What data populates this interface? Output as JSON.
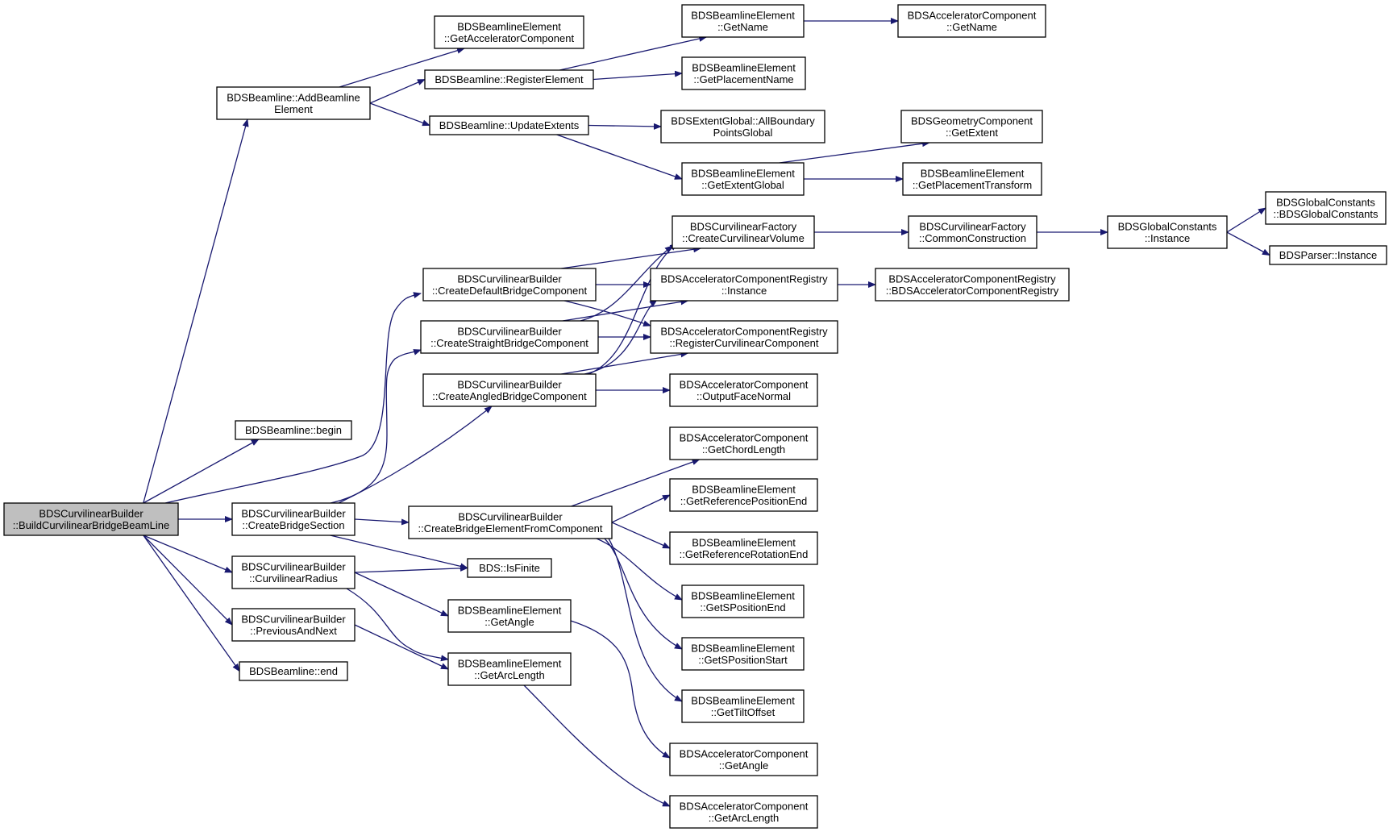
{
  "diagram": {
    "colors": {
      "edge": "#191970",
      "node_border": "#000000",
      "root_fill": "#bfbfbf",
      "node_fill": "#ffffff"
    },
    "nodes": [
      {
        "id": "n_root",
        "lines": [
          "BDSCurvilinearBuilder",
          "::BuildCurvilinearBridgeBeamLine"
        ],
        "root": true
      },
      {
        "id": "n_add",
        "lines": [
          "BDSBeamline::AddBeamline",
          "Element"
        ]
      },
      {
        "id": "n_getacc",
        "lines": [
          "BDSBeamlineElement",
          "::GetAcceleratorComponent"
        ]
      },
      {
        "id": "n_regel",
        "lines": [
          "BDSBeamline::RegisterElement"
        ]
      },
      {
        "id": "n_upd",
        "lines": [
          "BDSBeamline::UpdateExtents"
        ]
      },
      {
        "id": "n_getname",
        "lines": [
          "BDSBeamlineElement",
          "::GetName"
        ]
      },
      {
        "id": "n_accname",
        "lines": [
          "BDSAcceleratorComponent",
          "::GetName"
        ]
      },
      {
        "id": "n_placename",
        "lines": [
          "BDSBeamlineElement",
          "::GetPlacementName"
        ]
      },
      {
        "id": "n_allbound",
        "lines": [
          "BDSExtentGlobal::AllBoundary",
          "PointsGlobal"
        ]
      },
      {
        "id": "n_geoext",
        "lines": [
          "BDSGeometryComponent",
          "::GetExtent"
        ]
      },
      {
        "id": "n_extglob",
        "lines": [
          "BDSBeamlineElement",
          "::GetExtentGlobal"
        ]
      },
      {
        "id": "n_placetr",
        "lines": [
          "BDSBeamlineElement",
          "::GetPlacementTransform"
        ]
      },
      {
        "id": "n_begin",
        "lines": [
          "BDSBeamline::begin"
        ]
      },
      {
        "id": "n_cdef",
        "lines": [
          "BDSCurvilinearBuilder",
          "::CreateDefaultBridgeComponent"
        ]
      },
      {
        "id": "n_cstr",
        "lines": [
          "BDSCurvilinearBuilder",
          "::CreateStraightBridgeComponent"
        ]
      },
      {
        "id": "n_cang",
        "lines": [
          "BDSCurvilinearBuilder",
          "::CreateAngledBridgeComponent"
        ]
      },
      {
        "id": "n_cvol",
        "lines": [
          "BDSCurvilinearFactory",
          "::CreateCurvilinearVolume"
        ]
      },
      {
        "id": "n_common",
        "lines": [
          "BDSCurvilinearFactory",
          "::CommonConstruction"
        ]
      },
      {
        "id": "n_gcinst",
        "lines": [
          "BDSGlobalConstants",
          "::Instance"
        ]
      },
      {
        "id": "n_gcctor",
        "lines": [
          "BDSGlobalConstants",
          "::BDSGlobalConstants"
        ]
      },
      {
        "id": "n_parser",
        "lines": [
          "BDSParser::Instance"
        ]
      },
      {
        "id": "n_reginst",
        "lines": [
          "BDSAcceleratorComponentRegistry",
          "::Instance"
        ]
      },
      {
        "id": "n_regctor",
        "lines": [
          "BDSAcceleratorComponentRegistry",
          "::BDSAcceleratorComponentRegistry"
        ]
      },
      {
        "id": "n_regcurv",
        "lines": [
          "BDSAcceleratorComponentRegistry",
          "::RegisterCurvilinearComponent"
        ]
      },
      {
        "id": "n_outface",
        "lines": [
          "BDSAcceleratorComponent",
          "::OutputFaceNormal"
        ]
      },
      {
        "id": "n_bridge",
        "lines": [
          "BDSCurvilinearBuilder",
          "::CreateBridgeSection"
        ]
      },
      {
        "id": "n_bfromc",
        "lines": [
          "BDSCurvilinearBuilder",
          "::CreateBridgeElementFromComponent"
        ]
      },
      {
        "id": "n_chord",
        "lines": [
          "BDSAcceleratorComponent",
          "::GetChordLength"
        ]
      },
      {
        "id": "n_refpos",
        "lines": [
          "BDSBeamlineElement",
          "::GetReferencePositionEnd"
        ]
      },
      {
        "id": "n_refrot",
        "lines": [
          "BDSBeamlineElement",
          "::GetReferenceRotationEnd"
        ]
      },
      {
        "id": "n_sposend",
        "lines": [
          "BDSBeamlineElement",
          "::GetSPositionEnd"
        ]
      },
      {
        "id": "n_sposstart",
        "lines": [
          "BDSBeamlineElement",
          "::GetSPositionStart"
        ]
      },
      {
        "id": "n_tilt",
        "lines": [
          "BDSBeamlineElement",
          "::GetTiltOffset"
        ]
      },
      {
        "id": "n_curvrad",
        "lines": [
          "BDSCurvilinearBuilder",
          "::CurvilinearRadius"
        ]
      },
      {
        "id": "n_isfinite",
        "lines": [
          "BDS::IsFinite"
        ]
      },
      {
        "id": "n_getangle",
        "lines": [
          "BDSBeamlineElement",
          "::GetAngle"
        ]
      },
      {
        "id": "n_prevnext",
        "lines": [
          "BDSCurvilinearBuilder",
          "::PreviousAndNext"
        ]
      },
      {
        "id": "n_arclen",
        "lines": [
          "BDSBeamlineElement",
          "::GetArcLength"
        ]
      },
      {
        "id": "n_end",
        "lines": [
          "BDSBeamline::end"
        ]
      },
      {
        "id": "n_accangle",
        "lines": [
          "BDSAcceleratorComponent",
          "::GetAngle"
        ]
      },
      {
        "id": "n_accarc",
        "lines": [
          "BDSAcceleratorComponent",
          "::GetArcLength"
        ]
      }
    ],
    "edges": [
      [
        "n_root",
        "n_add"
      ],
      [
        "n_root",
        "n_begin"
      ],
      [
        "n_root",
        "n_cdef"
      ],
      [
        "n_root",
        "n_bridge"
      ],
      [
        "n_root",
        "n_curvrad"
      ],
      [
        "n_root",
        "n_prevnext"
      ],
      [
        "n_root",
        "n_end"
      ],
      [
        "n_add",
        "n_getacc"
      ],
      [
        "n_add",
        "n_regel"
      ],
      [
        "n_add",
        "n_upd"
      ],
      [
        "n_regel",
        "n_getname"
      ],
      [
        "n_regel",
        "n_placename"
      ],
      [
        "n_getname",
        "n_accname"
      ],
      [
        "n_upd",
        "n_allbound"
      ],
      [
        "n_upd",
        "n_extglob"
      ],
      [
        "n_extglob",
        "n_geoext"
      ],
      [
        "n_extglob",
        "n_placetr"
      ],
      [
        "n_cdef",
        "n_cvol"
      ],
      [
        "n_cdef",
        "n_reginst"
      ],
      [
        "n_cdef",
        "n_regcurv"
      ],
      [
        "n_cstr",
        "n_cvol"
      ],
      [
        "n_cstr",
        "n_reginst"
      ],
      [
        "n_cstr",
        "n_regcurv"
      ],
      [
        "n_cang",
        "n_cvol"
      ],
      [
        "n_cang",
        "n_reginst"
      ],
      [
        "n_cang",
        "n_regcurv"
      ],
      [
        "n_cang",
        "n_outface"
      ],
      [
        "n_cvol",
        "n_common"
      ],
      [
        "n_common",
        "n_gcinst"
      ],
      [
        "n_gcinst",
        "n_gcctor"
      ],
      [
        "n_gcinst",
        "n_parser"
      ],
      [
        "n_reginst",
        "n_regctor"
      ],
      [
        "n_bridge",
        "n_cstr"
      ],
      [
        "n_bridge",
        "n_cang"
      ],
      [
        "n_bridge",
        "n_bfromc"
      ],
      [
        "n_bridge",
        "n_isfinite"
      ],
      [
        "n_bfromc",
        "n_chord"
      ],
      [
        "n_bfromc",
        "n_refpos"
      ],
      [
        "n_bfromc",
        "n_refrot"
      ],
      [
        "n_bfromc",
        "n_sposend"
      ],
      [
        "n_bfromc",
        "n_sposstart"
      ],
      [
        "n_bfromc",
        "n_tilt"
      ],
      [
        "n_curvrad",
        "n_isfinite"
      ],
      [
        "n_curvrad",
        "n_getangle"
      ],
      [
        "n_curvrad",
        "n_arclen"
      ],
      [
        "n_prevnext",
        "n_arclen"
      ],
      [
        "n_getangle",
        "n_accangle"
      ],
      [
        "n_arclen",
        "n_accarc"
      ]
    ]
  }
}
